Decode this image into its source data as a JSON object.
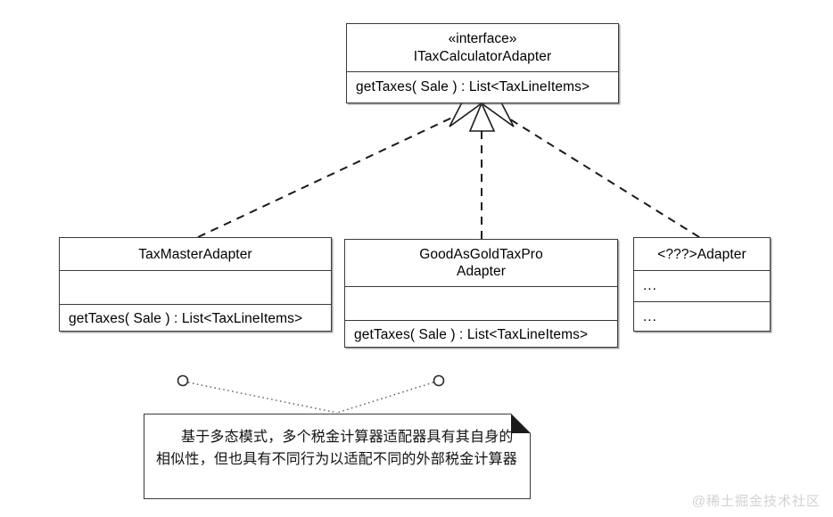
{
  "diagram": {
    "type": "uml-class-diagram",
    "title_text": "",
    "interface": {
      "stereotype": "«interface»",
      "name": "ITaxCalculatorAdapter",
      "operations": [
        "getTaxes( Sale ) : List<TaxLineItems>"
      ]
    },
    "classes": [
      {
        "name": "TaxMasterAdapter",
        "attributes": [],
        "operations": [
          "getTaxes( Sale ) : List<TaxLineItems>"
        ]
      },
      {
        "name_line1": "GoodAsGoldTaxPro",
        "name_line2": "Adapter",
        "attributes": [],
        "operations": [
          "getTaxes( Sale ) : List<TaxLineItems>"
        ]
      },
      {
        "name": "<???>Adapter",
        "attributes": [
          "..."
        ],
        "operations": [
          "..."
        ]
      }
    ],
    "relationships": {
      "kind": "realization",
      "line_style": "dashed",
      "arrow_head": "hollow-triangle",
      "count": 3
    },
    "note": {
      "text": "基于多态模式，多个税金计算器适配器具有其自身的相似性，但也具有不同行为以适配不同的外部税金计算器",
      "anchors": 2,
      "anchor_style": "dotted"
    },
    "watermark": "@稀土掘金技术社区",
    "colors": {
      "stroke": "#3a3a3a",
      "background": "#ffffff",
      "text": "#000000",
      "note_fold": "#1b1b1b",
      "watermark": "#d2d2d2"
    }
  }
}
